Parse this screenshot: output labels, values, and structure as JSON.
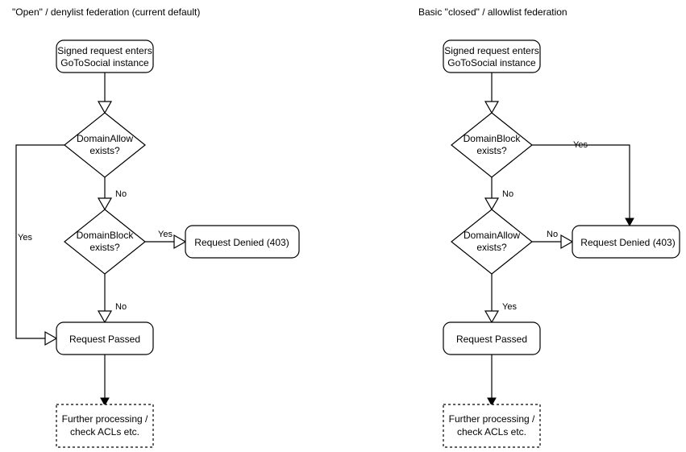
{
  "diagram": {
    "type": "flowchart",
    "background": "#ffffff",
    "stroke_color": "#000000",
    "panels": [
      {
        "id": "open-denylist",
        "title": "\"Open\" / denylist federation (current default)",
        "nodes": [
          {
            "id": "start",
            "shape": "rounded-rect",
            "lines": [
              "Signed request enters",
              "GoToSocial instance"
            ]
          },
          {
            "id": "domain-allow",
            "shape": "diamond",
            "lines": [
              "DomainAllow",
              "exists?"
            ]
          },
          {
            "id": "domain-block",
            "shape": "diamond",
            "lines": [
              "DomainBlock",
              "exists?"
            ]
          },
          {
            "id": "request-denied",
            "shape": "rounded-rect",
            "lines": [
              "Request Denied (403)"
            ]
          },
          {
            "id": "request-passed",
            "shape": "rounded-rect",
            "lines": [
              "Request Passed"
            ]
          },
          {
            "id": "further-processing",
            "shape": "dashed-rect",
            "lines": [
              "Further processing /",
              "check ACLs etc."
            ]
          }
        ],
        "edges": [
          {
            "from": "start",
            "to": "domain-allow",
            "label": "",
            "arrow": "open"
          },
          {
            "from": "domain-allow",
            "to": "request-passed",
            "label": "Yes",
            "arrow": "open"
          },
          {
            "from": "domain-allow",
            "to": "domain-block",
            "label": "No",
            "arrow": "open"
          },
          {
            "from": "domain-block",
            "to": "request-denied",
            "label": "Yes",
            "arrow": "open"
          },
          {
            "from": "domain-block",
            "to": "request-passed",
            "label": "No",
            "arrow": "open"
          },
          {
            "from": "request-passed",
            "to": "further-processing",
            "label": "",
            "arrow": "solid"
          }
        ]
      },
      {
        "id": "closed-allowlist",
        "title": "Basic \"closed\" / allowlist federation",
        "nodes": [
          {
            "id": "start",
            "shape": "rounded-rect",
            "lines": [
              "Signed request enters",
              "GoToSocial instance"
            ]
          },
          {
            "id": "domain-block",
            "shape": "diamond",
            "lines": [
              "DomainBlock",
              "exists?"
            ]
          },
          {
            "id": "domain-allow",
            "shape": "diamond",
            "lines": [
              "DomainAllow",
              "exists?"
            ]
          },
          {
            "id": "request-denied",
            "shape": "rounded-rect",
            "lines": [
              "Request Denied (403)"
            ]
          },
          {
            "id": "request-passed",
            "shape": "rounded-rect",
            "lines": [
              "Request Passed"
            ]
          },
          {
            "id": "further-processing",
            "shape": "dashed-rect",
            "lines": [
              "Further processing /",
              "check ACLs etc."
            ]
          }
        ],
        "edges": [
          {
            "from": "start",
            "to": "domain-block",
            "label": "",
            "arrow": "open"
          },
          {
            "from": "domain-block",
            "to": "request-denied",
            "label": "Yes",
            "arrow": "solid"
          },
          {
            "from": "domain-block",
            "to": "domain-allow",
            "label": "No",
            "arrow": "open"
          },
          {
            "from": "domain-allow",
            "to": "request-denied",
            "label": "No",
            "arrow": "open"
          },
          {
            "from": "domain-allow",
            "to": "request-passed",
            "label": "Yes",
            "arrow": "open"
          },
          {
            "from": "request-passed",
            "to": "further-processing",
            "label": "",
            "arrow": "solid"
          }
        ]
      }
    ]
  }
}
